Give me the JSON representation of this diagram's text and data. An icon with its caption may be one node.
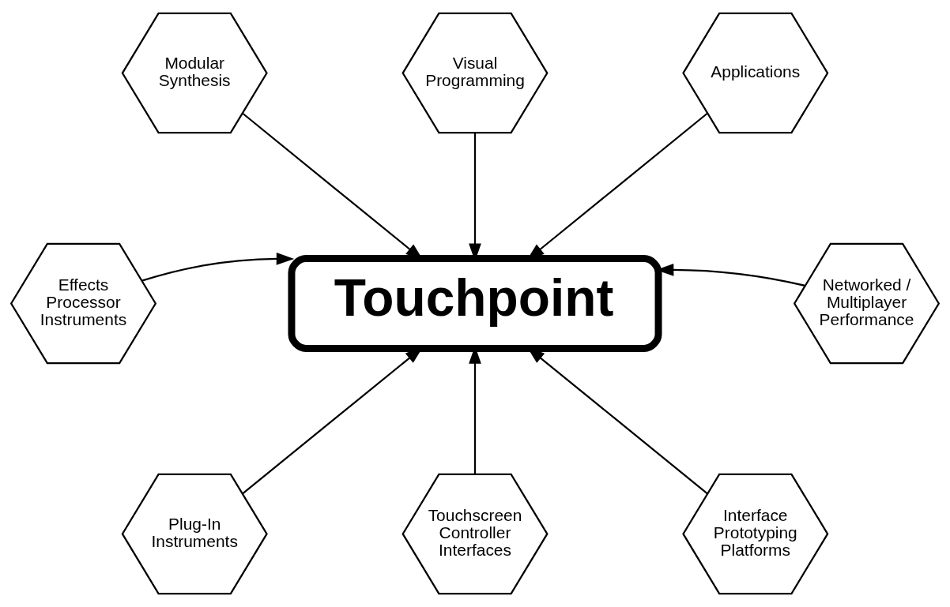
{
  "diagram": {
    "nodes": [
      {
        "text": [
          "Modular Synthesis"
        ]
      },
      {
        "text": [
          "Visual Programming"
        ]
      },
      {
        "text": [
          "Applications"
        ]
      },
      {
        "text": [
          "Effects Processor Instruments"
        ]
      },
      {
        "text": [
          "Touchpoint"
        ]
      },
      {
        "text": [
          "Networked / Multiplayer Performance"
        ]
      },
      {
        "text": [
          "Plug-In Instruments"
        ]
      },
      {
        "text": [
          "Touchscreen Controller Interfaces"
        ]
      },
      {
        "text": [
          "Interface Prototyping Platforms"
        ]
      }
    ],
    "edges": [
      {
        "from": 0,
        "to": 4,
        "arrow": "to"
      },
      {
        "from": 1,
        "to": 4,
        "arrow": "to"
      },
      {
        "from": 2,
        "to": 4,
        "arrow": "to"
      },
      {
        "from": 3,
        "to": 4,
        "arrow": "to"
      },
      {
        "from": 5,
        "to": 4,
        "arrow": "to"
      },
      {
        "from": 6,
        "to": 4,
        "arrow": "to"
      },
      {
        "from": 7,
        "to": 4,
        "arrow": "to"
      },
      {
        "from": 8,
        "to": 4,
        "arrow": "to"
      }
    ]
  }
}
